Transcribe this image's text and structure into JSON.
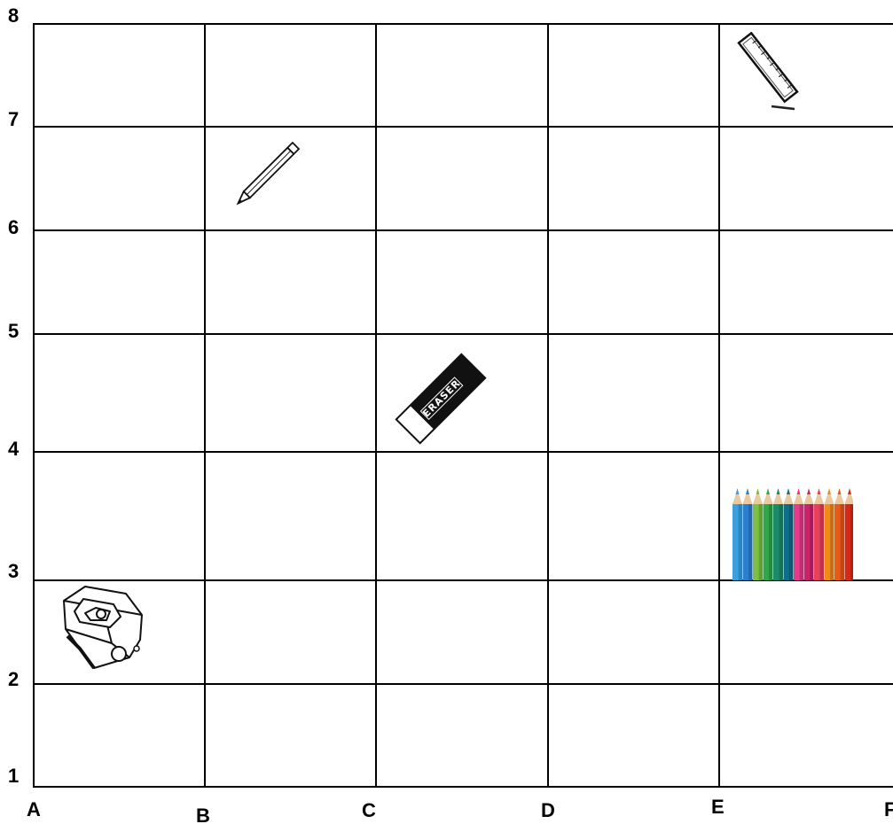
{
  "grid": {
    "row_labels": [
      "8",
      "7",
      "6",
      "5",
      "4",
      "3",
      "2",
      "1"
    ],
    "column_labels": [
      "A",
      "B",
      "C",
      "D",
      "E",
      "F"
    ]
  },
  "items": {
    "ruler": {
      "label": "ruler",
      "cell": "E7"
    },
    "pencil": {
      "label": "pencil",
      "cell": "B6"
    },
    "eraser": {
      "label": "eraser",
      "cell": "C4",
      "print": "ERASER"
    },
    "colored_pencils": {
      "label": "colored pencils",
      "cell": "E3",
      "colors": [
        "#3aa0e0",
        "#2b7fd0",
        "#7ac143",
        "#2fa64a",
        "#1b8a6b",
        "#0f6d8a",
        "#e63a8c",
        "#c8246e",
        "#e8405a",
        "#f08a1a",
        "#e85a1a",
        "#d42a1a"
      ]
    },
    "sharpener": {
      "label": "pencil sharpener",
      "cell": "A2"
    }
  }
}
